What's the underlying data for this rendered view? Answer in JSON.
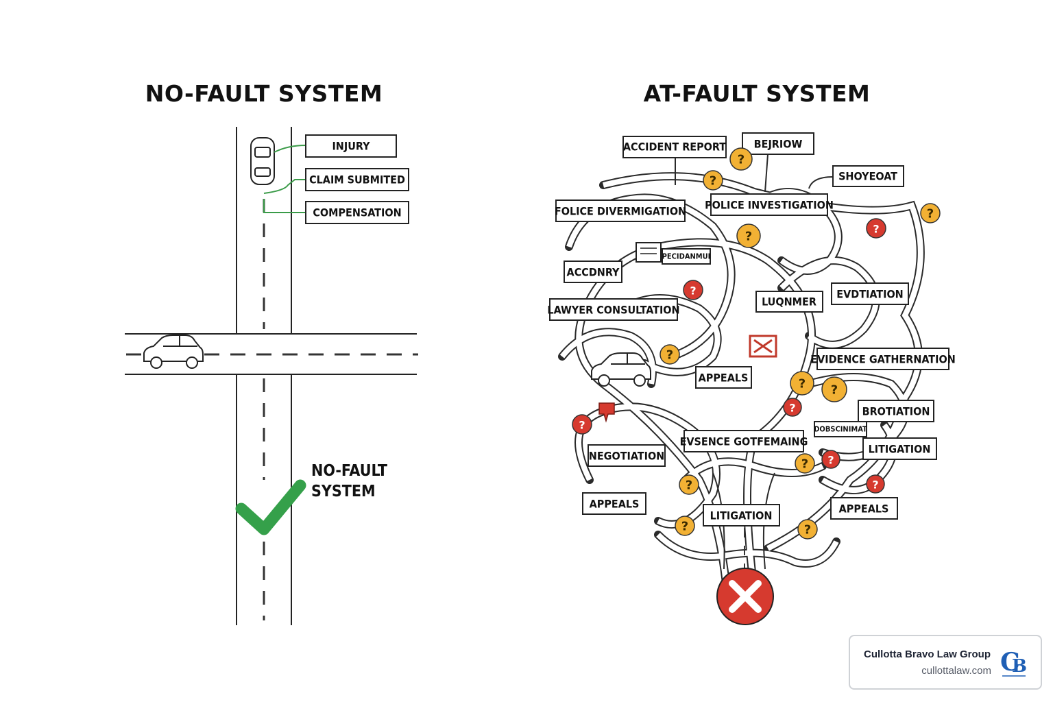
{
  "left_panel": {
    "title": "NO-FAULT SYSTEM",
    "steps": [
      "INJURY",
      "CLAIM SUBMITED",
      "COMPENSATION"
    ],
    "result_label_line1": "NO-FAULT",
    "result_label_line2": "SYSTEM",
    "accent_color": "#35a04a"
  },
  "right_panel": {
    "title": "AT-FAULT SYSTEM",
    "labels": {
      "accident_report": "ACCIDENT REPORT",
      "bejriow": "BEJRIOW",
      "shoyeoat": "SHOYEOAT",
      "folice_divermigation": "FOLICE DIVERMIGATION",
      "police_investigation": "POLICE INVESTIGATION",
      "pecidanmul": "PECIDANMUI",
      "accdnry": "ACCDNRY",
      "lawyer_consultation": "LAWYER CONSULTATION",
      "luqnmer": "LUQNMER",
      "evdtiation": "EVDTIATION",
      "evidence_gathernation": "EVIDENCE GATHERNATION",
      "appeals_center": "APPEALS",
      "brotiation": "BROTIATION",
      "dbscinimat": "DOBSCINIMAT",
      "evsence_gotfemaing": "EVSENCE GOTFEMAING",
      "negotiation": "NEGOTIATION",
      "litigation_right": "LITIGATION",
      "appeals_left": "APPEALS",
      "litigation_bottom": "LITIGATION",
      "appeals_right": "APPEALS"
    },
    "question_mark": "?",
    "accent_color": "#d63a2f",
    "warning_color": "#f2b134"
  },
  "brand": {
    "name": "Cullotta Bravo Law Group",
    "url": "cullottalaw.com",
    "logo_letters": "CB"
  }
}
